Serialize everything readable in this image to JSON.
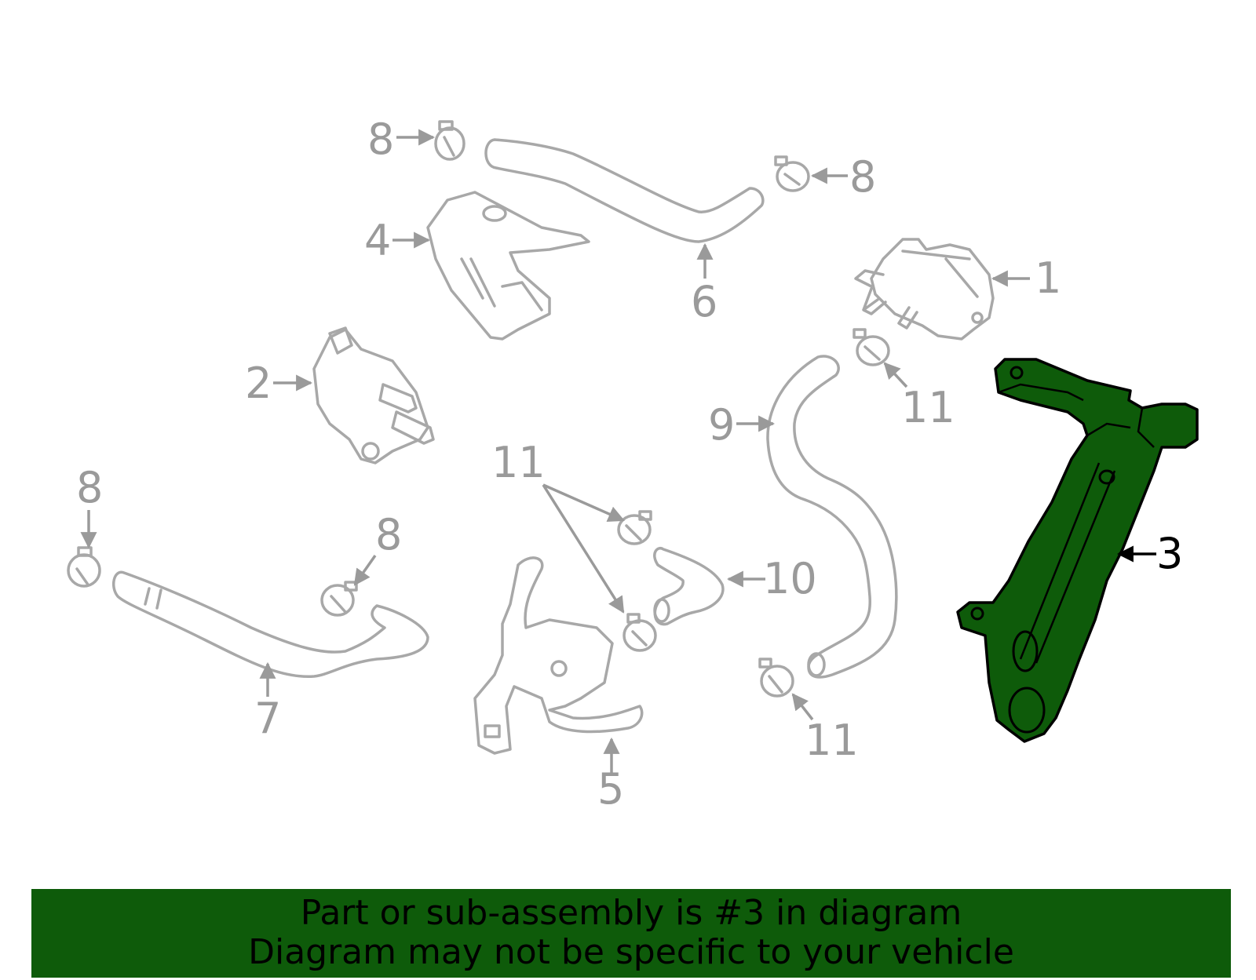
{
  "callouts": {
    "c1": "1",
    "c2": "2",
    "c3": "3",
    "c4": "4",
    "c5": "5",
    "c6": "6",
    "c7": "7",
    "c8a": "8",
    "c8b": "8",
    "c8c": "8",
    "c8d": "8",
    "c9": "9",
    "c10": "10",
    "c11a": "11",
    "c11b": "11",
    "c11c": "11"
  },
  "banner": {
    "line1": "Part or sub-assembly is #3 in diagram",
    "line2": "Diagram may not be specific to your vehicle"
  },
  "colors": {
    "highlight_part": "#0e5b0a",
    "banner_background": "#0e5b0a",
    "part_outline": "#a8a8a8",
    "callout_text": "#9a9a9a",
    "highlight_callout": "#000000"
  }
}
